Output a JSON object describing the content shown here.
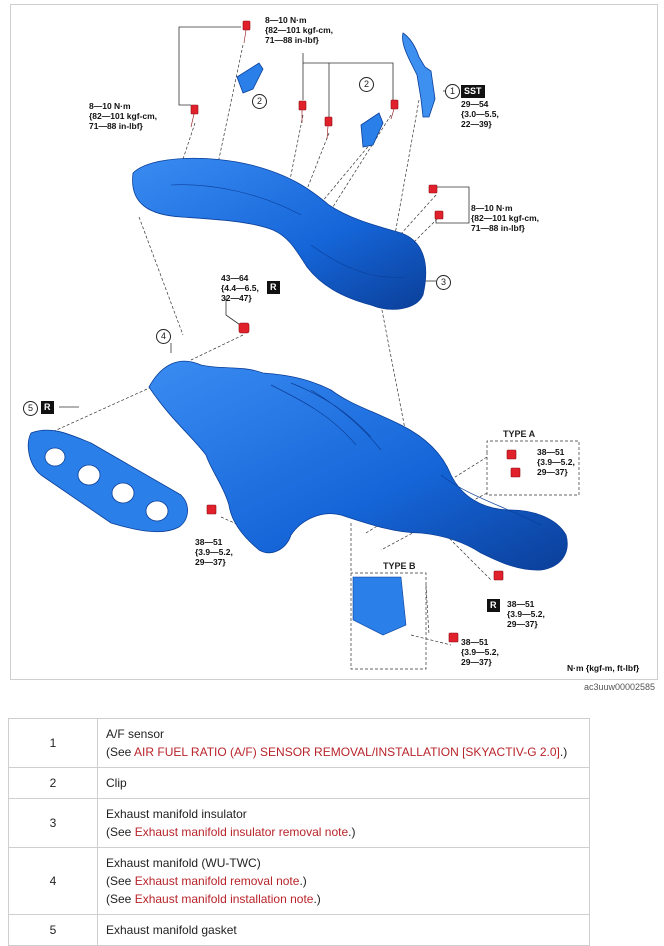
{
  "diagram": {
    "torque_top_clip": [
      "8—10 N·m",
      "{82—101 kgf-cm,",
      "71—88 in-lbf}"
    ],
    "torque_left_bolt": [
      "8—10 N·m",
      "{82—101 kgf-cm,",
      "71—88 in-lbf}"
    ],
    "torque_right_bolt": [
      "8—10 N·m",
      "{82—101 kgf-cm,",
      "71—88 in-lbf}"
    ],
    "torque_sensor": [
      "29—54",
      "{3.0—5.5,",
      "22—39}"
    ],
    "torque_nut": [
      "43—64",
      "{4.4—6.5,",
      "32—47}"
    ],
    "torque_bottom_left": [
      "38—51",
      "{3.9—5.2,",
      "29—37}"
    ],
    "torque_type_a": [
      "38—51",
      "{3.9—5.2,",
      "29—37}"
    ],
    "torque_bottom_right": [
      "38—51",
      "{3.9—5.2,",
      "29—37}"
    ],
    "torque_type_b": [
      "38—51",
      "{3.9—5.2,",
      "29—37}"
    ],
    "sst_tag": "SST",
    "r_tag": "R",
    "type_a": "TYPE A",
    "type_b": "TYPE B",
    "units": "N·m {kgf-m, ft-lbf}",
    "figure_id": "ac3uuw00002585",
    "callouts": [
      "1",
      "2",
      "2",
      "3",
      "4",
      "5"
    ],
    "colors": {
      "part": "#1565d8",
      "part_dark": "#0b3f99",
      "bolt": "#e0202a"
    }
  },
  "parts_table": [
    {
      "num": "1",
      "name": "A/F sensor",
      "refs": [
        {
          "pre": "(See ",
          "link": "AIR FUEL RATIO (A/F) SENSOR REMOVAL/INSTALLATION [SKYACTIV-G 2.0]",
          "post": ".)"
        }
      ]
    },
    {
      "num": "2",
      "name": "Clip",
      "refs": []
    },
    {
      "num": "3",
      "name": "Exhaust manifold insulator",
      "refs": [
        {
          "pre": "(See ",
          "link": "Exhaust manifold insulator removal note",
          "post": ".)"
        }
      ]
    },
    {
      "num": "4",
      "name": "Exhaust manifold (WU-TWC)",
      "refs": [
        {
          "pre": "(See ",
          "link": "Exhaust manifold removal note",
          "post": ".)"
        },
        {
          "pre": "(See ",
          "link": "Exhaust manifold installation note",
          "post": ".)"
        }
      ]
    },
    {
      "num": "5",
      "name": "Exhaust manifold gasket",
      "refs": []
    }
  ]
}
